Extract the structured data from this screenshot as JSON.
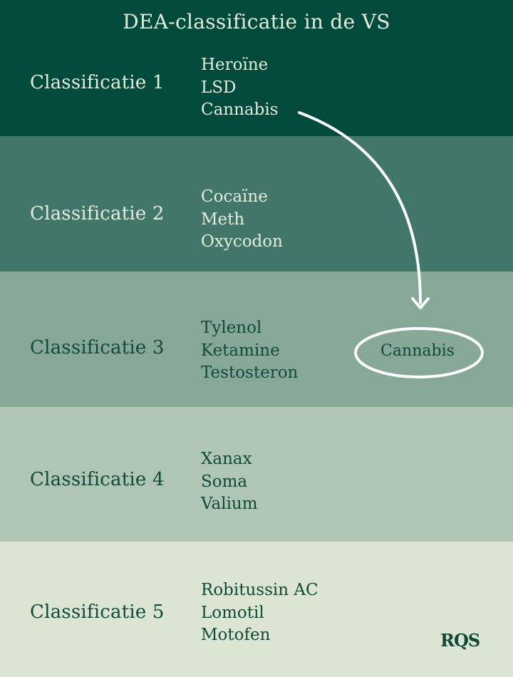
{
  "title": "DEA-classificatie in de VS",
  "colors": {
    "band1": "#024a3c",
    "band2": "#42766a",
    "band3": "#88a897",
    "band4": "#b0c6b5",
    "band5": "#dce5d2",
    "light_text": "#e4ecdc",
    "dark_text": "#0f4a3b",
    "arrow": "#ffffff"
  },
  "bands": [
    {
      "label": "Classificatie 1",
      "drugs": [
        "Heroïne",
        "LSD",
        "Cannabis"
      ]
    },
    {
      "label": "Classificatie 2",
      "drugs": [
        "Cocaïne",
        "Meth",
        "Oxycodon"
      ]
    },
    {
      "label": "Classificatie 3",
      "drugs": [
        "Tylenol",
        "Ketamine",
        "Testosteron"
      ]
    },
    {
      "label": "Classificatie 4",
      "drugs": [
        "Xanax",
        "Soma",
        "Valium"
      ]
    },
    {
      "label": "Classificatie 5",
      "drugs": [
        "Robitussin AC",
        "Lomotil",
        "Motofen"
      ]
    }
  ],
  "callout": {
    "label": "Cannabis"
  },
  "logo": "RQS"
}
